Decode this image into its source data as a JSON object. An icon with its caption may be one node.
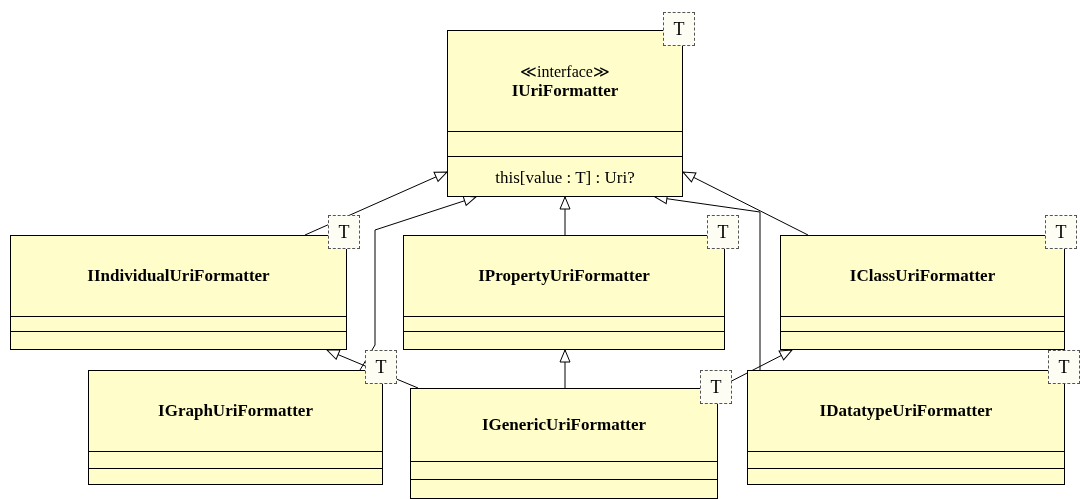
{
  "diagram": {
    "nodes": [
      {
        "text": [
          "≪interface≫",
          "IUriFormatter",
          "this[value : T] : Uri?"
        ],
        "beside": [
          "T"
        ]
      },
      {
        "text": [
          "IIndividualUriFormatter"
        ],
        "beside": [
          "T"
        ]
      },
      {
        "text": [
          "IPropertyUriFormatter"
        ],
        "beside": [
          "T"
        ]
      },
      {
        "text": [
          "IClassUriFormatter"
        ],
        "beside": [
          "T"
        ]
      },
      {
        "text": [
          "IGraphUriFormatter"
        ],
        "beside": [
          "T"
        ]
      },
      {
        "text": [
          "IGenericUriFormatter"
        ],
        "beside": [
          "T"
        ]
      },
      {
        "text": [
          "IDatatypeUriFormatter"
        ],
        "beside": [
          "T"
        ]
      }
    ],
    "edges": [
      {
        "from": 1,
        "to": 0,
        "arrow": "to"
      },
      {
        "from": 4,
        "to": 0,
        "arrow": "to"
      },
      {
        "from": 2,
        "to": 0,
        "arrow": "to"
      },
      {
        "from": 5,
        "to": 1,
        "arrow": "to"
      },
      {
        "from": 5,
        "to": 2,
        "arrow": "to"
      },
      {
        "from": 5,
        "to": 3,
        "arrow": "to"
      },
      {
        "from": 3,
        "to": 0,
        "arrow": "to"
      },
      {
        "from": 6,
        "to": 0,
        "arrow": "to"
      }
    ]
  }
}
